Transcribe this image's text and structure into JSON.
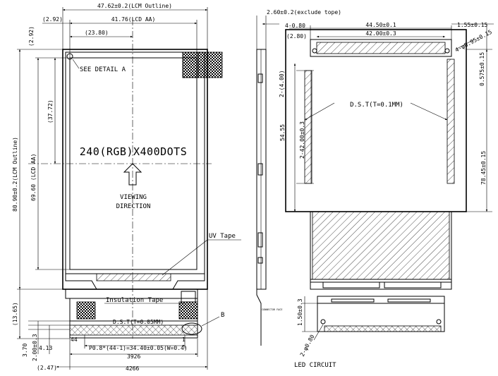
{
  "left_view": {
    "top_dims": {
      "lcm_outline": "47.62±0.2(LCM Outline)",
      "lcd_aa": "41.76(LCD AA)",
      "offset_292": "(2.92)",
      "center_2380": "(23.80)",
      "top_offset": "(2.92)"
    },
    "left_dims": {
      "lcm_outline_h": "80.90±0.2(LCM Outline)",
      "lcd_aa_h": "69.60 (LCD AA)",
      "half_3772": "(37.72)",
      "bottom_1365": "(13.65)",
      "dim_370": "3.70",
      "dim_200": "2.00±0.3"
    },
    "bottom_dims": {
      "pitch": "P0.8*(44-1)=34.40±0.05(W=0.4)",
      "dim_413": "4.13",
      "dim_3926": "3926",
      "dim_247": "(2.47)",
      "dim_4266": "4266",
      "pin_44": "44",
      "pin_1": "1"
    },
    "labels": {
      "detail": "SEE DETAIL A",
      "resolution": "240(RGB)X400DOTS",
      "viewing_line1": "VIEWING",
      "viewing_line2": "DIRECTION",
      "uv_tape": "UV Tape",
      "insulation_tape": "Insulation Tape",
      "dst_fpc": "D.S.T(T=0.05MM)",
      "detail_b": "B"
    }
  },
  "side_view": {
    "label": "2.60±0.2(exclude tope)",
    "small_label": "CONNECTOR FACE"
  },
  "right_view": {
    "dims": {
      "dim_480": "4-0.80",
      "dim_280": "(2.80)",
      "dim_4450": "44.50±0.1",
      "dim_4200": "42.00±0.3",
      "dim_155": "1.55±0.15",
      "hole": "4-φ0.95±0.15",
      "dim_0575": "0.575±0.15",
      "dim_2400": "2-(4.00)",
      "dim_5455": "54.55",
      "dim_4200v": "2-42.00±0.3",
      "dim_7845": "78.45±0.15",
      "dim_150": "1.50±0.3",
      "hole2": "2-φ0.80"
    },
    "labels": {
      "dst": "D.S.T(T=0.1MM)",
      "led_circuit": "LED CIRCUIT"
    }
  }
}
